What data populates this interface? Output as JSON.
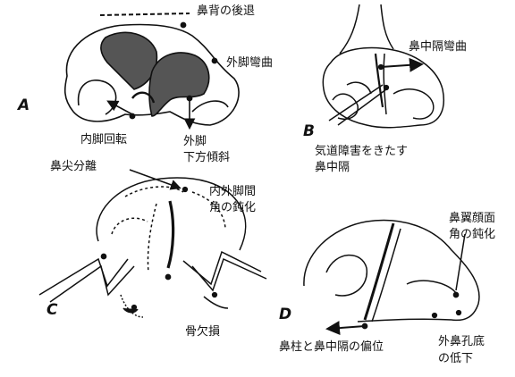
{
  "panels": [
    {
      "letter": "A",
      "labels": {
        "dorsum_retrusion": "鼻背の後退",
        "lateral_crus_curvature": "外脚彎曲",
        "medial_crus_rotation": "内脚回転",
        "lateral_crus_down": "外脚",
        "lateral_crus_down_2": "下方傾斜"
      }
    },
    {
      "letter": "B",
      "labels": {
        "septal_deviation": "鼻中隔彎曲",
        "airway_obstruction": "気道障害をきたす",
        "airway_obstruction_2": "鼻中隔"
      }
    },
    {
      "letter": "C",
      "labels": {
        "tip_bifidity": "鼻尖分離",
        "intercrural_angle": "内外脚間",
        "intercrural_angle_2": "角の鈍化",
        "bone_defect": "骨欠損"
      }
    },
    {
      "letter": "D",
      "labels": {
        "alar_facial_angle": "鼻翼顔面",
        "alar_facial_angle_2": "角の鈍化",
        "nostril_floor": "外鼻孔底",
        "nostril_floor_2": "の低下",
        "columella_septum_displacement": "鼻柱と鼻中隔の偏位"
      }
    }
  ],
  "colors": {
    "ink": "#111111",
    "fill": "#555555",
    "paper": "#ffffff"
  }
}
